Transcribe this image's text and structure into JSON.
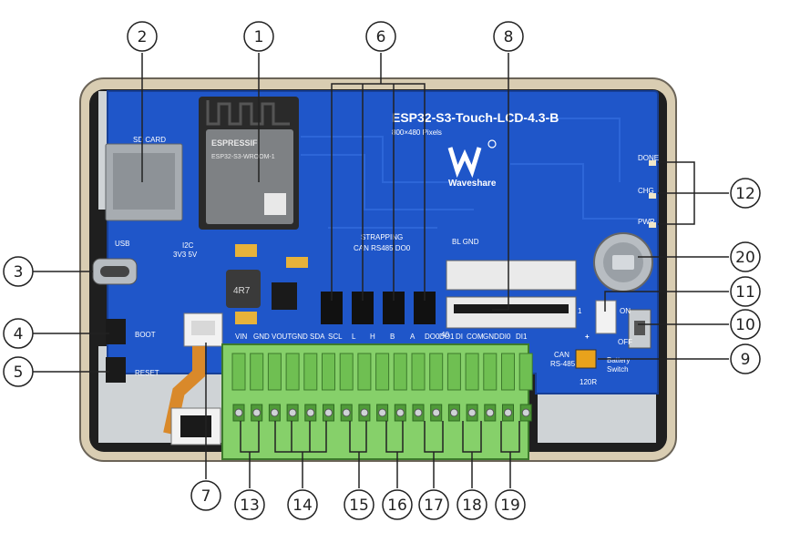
{
  "board": {
    "title": "ESP32-S3-Touch-LCD-4.3-B",
    "subtitle": "800×480 Pixels",
    "brand": "Waveshare",
    "module_brand": "ESPRESSIF",
    "module_model": "ESP32-S3-WROOM-1",
    "sd_label": "SD CARD",
    "usb_label": "USB",
    "i2c_label": "I2C",
    "i2c_voltage": "3V3 5V",
    "boot_label": "BOOT",
    "reset_label": "RESET",
    "inductor_label": "4R7",
    "bl_gnd_label": "BL GND",
    "strapping_label": "STRAPPING",
    "strap_sub": "CAN  RS485  DO0",
    "fpc_left": "40",
    "fpc_right": "1",
    "done_label": "DONE",
    "chg_label": "CHG",
    "pwr_label": "PWR",
    "can_label": "CAN",
    "rs485_label": "RS-485",
    "r120_label": "120R",
    "battery_label": "Battery",
    "switch_label": "Switch",
    "on_label": "ON",
    "off_label": "OFF",
    "plus_label": "+",
    "terminal_left_labels": [
      "VIN",
      "GND",
      "VOUT",
      "GND",
      "SDA",
      "SCL",
      "L",
      "H",
      "B",
      "A",
      "DO0"
    ],
    "terminal_right_labels": [
      "DO1",
      "DI",
      "COM",
      "GND",
      "DI0",
      "DI1"
    ]
  },
  "callouts": [
    "1",
    "2",
    "3",
    "4",
    "5",
    "6",
    "7",
    "8",
    "9",
    "10",
    "11",
    "12",
    "13",
    "14",
    "15",
    "16",
    "17",
    "18",
    "19",
    "20"
  ],
  "colors": {
    "pcb": "#1f56c9",
    "terminal": "#86d06a",
    "frame": "#d9cdb2",
    "module": "#7e8184",
    "outline": "#222222"
  }
}
